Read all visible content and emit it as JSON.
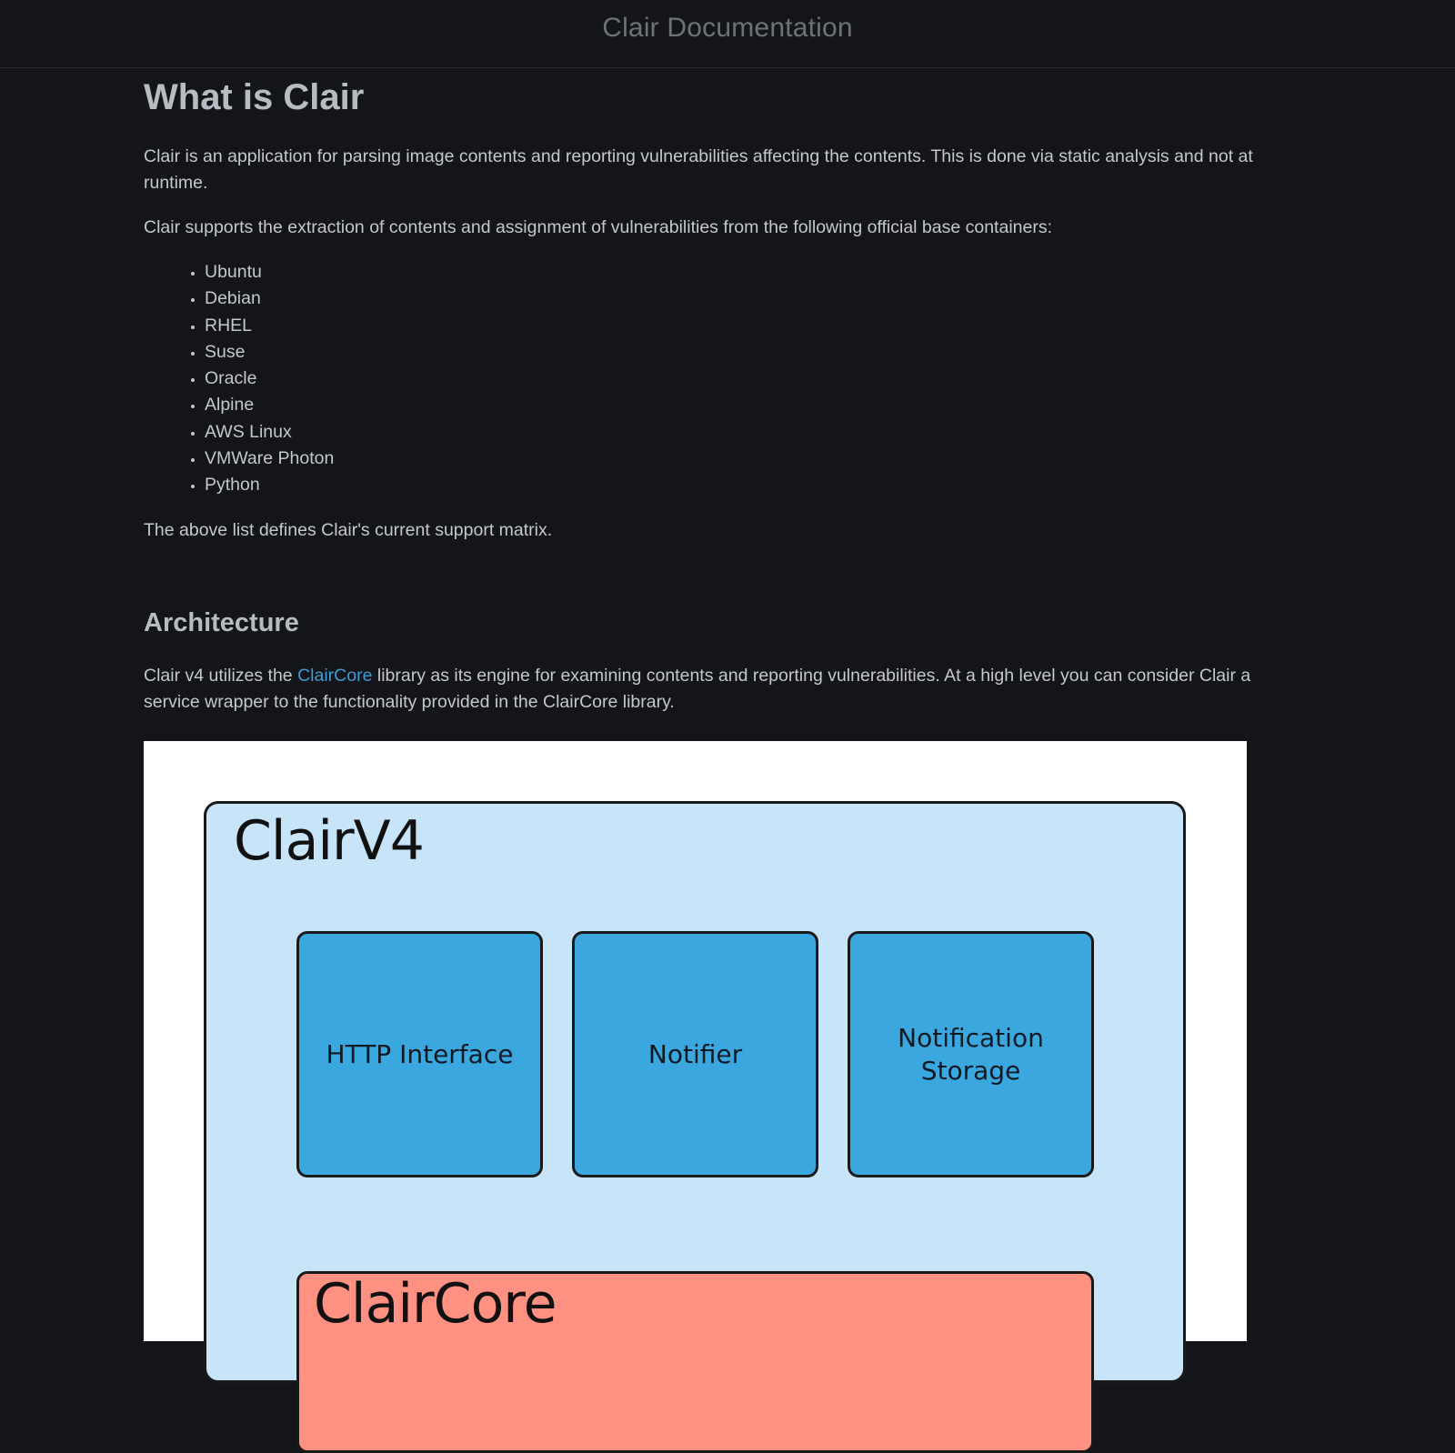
{
  "header": {
    "title": "Clair Documentation"
  },
  "main": {
    "heading": "What is Clair",
    "intro": "Clair is an application for parsing image contents and reporting vulnerabilities affecting the contents. This is done via static analysis and not at runtime.",
    "supports_text": "Clair supports the extraction of contents and assignment of vulnerabilities from the following official base containers:",
    "containers": [
      "Ubuntu",
      "Debian",
      "RHEL",
      "Suse",
      "Oracle",
      "Alpine",
      "AWS Linux",
      "VMWare Photon",
      "Python"
    ],
    "matrix_note": "The above list defines Clair's current support matrix.",
    "architecture": {
      "heading": "Architecture",
      "text_before_link": "Clair v4 utilizes the ",
      "link_text": "ClairCore",
      "text_after_link": " library as its engine for examining contents and reporting vulnerabilities. At a high level you can consider Clair a service wrapper to the functionality provided in the ClairCore library."
    }
  },
  "diagram": {
    "outer_label": "ClairV4",
    "components": [
      "HTTP Interface",
      "Notifier",
      "Notification Storage"
    ],
    "core_label": "ClairCore",
    "colors": {
      "outer_fill": "#c7e4f8",
      "component_fill": "#3aa8de",
      "core_fill": "#ff9182"
    }
  },
  "theme": {
    "background": "#141518",
    "link_color": "#3a9bd8"
  }
}
